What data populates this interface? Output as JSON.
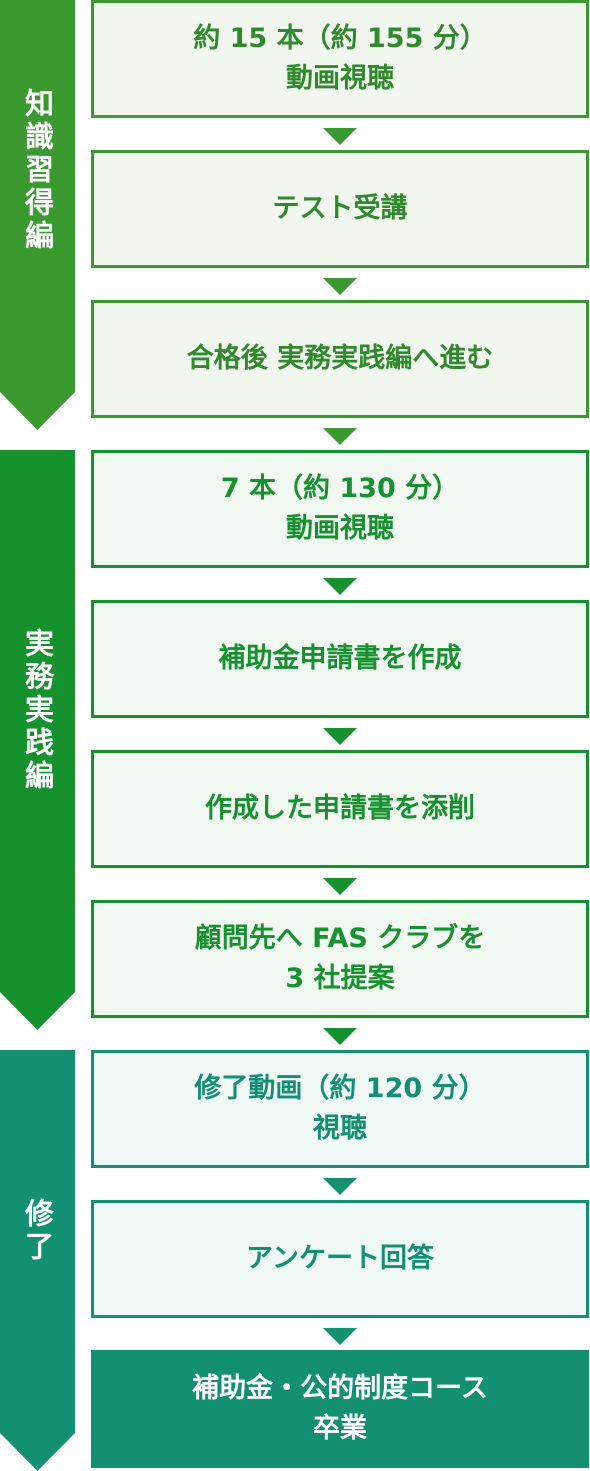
{
  "phases": [
    {
      "label": "知識習得編",
      "color": "#3a9a2f"
    },
    {
      "label": "実務実践編",
      "color": "#15922e"
    },
    {
      "label": "修了",
      "color": "#129071"
    }
  ],
  "steps": [
    {
      "text": "約 15 本（約 155 分）\n動画視聴"
    },
    {
      "text": "テスト受講"
    },
    {
      "text": "合格後  実務実践編へ進む"
    },
    {
      "text": "7 本（約 130 分）\n動画視聴"
    },
    {
      "text": "補助金申請書を作成"
    },
    {
      "text": "作成した申請書を添削"
    },
    {
      "text": "顧問先へ FAS クラブを\n3 社提案"
    },
    {
      "text": "修了動画（約 120 分）\n視聴"
    },
    {
      "text": "アンケート回答"
    },
    {
      "text": "補助金・公的制度コース\n卒業"
    }
  ]
}
